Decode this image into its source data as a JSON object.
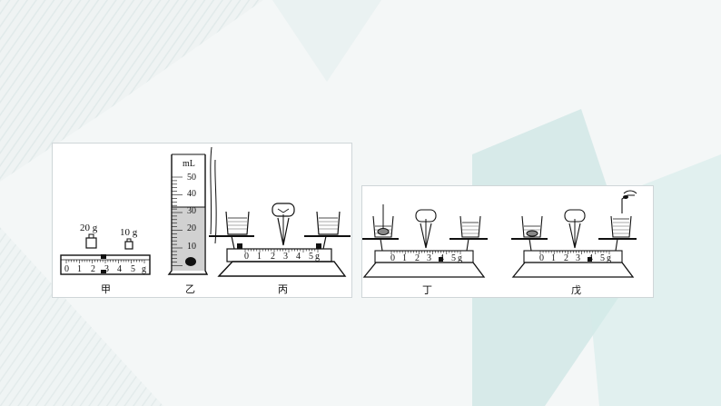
{
  "background": {
    "base_color": "#f4f7f7",
    "accent_color": "#b7dcdc"
  },
  "figure_jia": {
    "caption": "甲",
    "weight_left_label": "20 g",
    "weight_right_label": "10 g",
    "ruler_ticks": [
      "0",
      "1",
      "2",
      "3",
      "4",
      "5",
      "g"
    ]
  },
  "figure_yi": {
    "caption": "乙",
    "unit": "mL",
    "scale": [
      "50",
      "40",
      "30",
      "20",
      "10"
    ]
  },
  "figure_bing": {
    "caption": "丙",
    "scale": [
      "0",
      "1",
      "2",
      "3",
      "4",
      "5",
      "g"
    ]
  },
  "figure_ding": {
    "caption": "丁",
    "scale": [
      "0",
      "1",
      "2",
      "3",
      "4",
      "5",
      "g"
    ]
  },
  "figure_wu": {
    "caption": "戊",
    "scale": [
      "0",
      "1",
      "2",
      "3",
      "4",
      "5",
      "g"
    ]
  }
}
